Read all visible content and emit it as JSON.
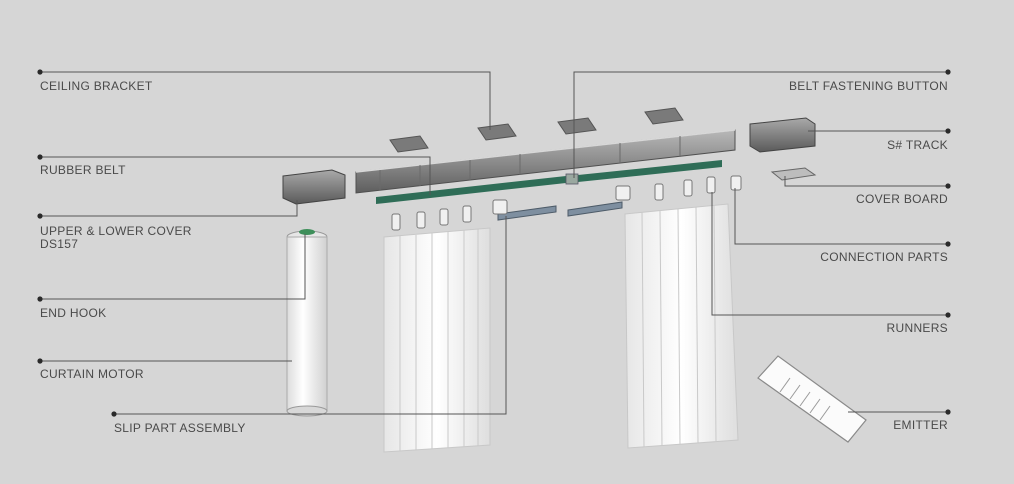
{
  "labels": {
    "ceiling_bracket": "CEILING BRACKET",
    "rubber_belt": "RUBBER BELT",
    "upper_lower_cover": "UPPER & LOWER COVER",
    "model": "DS157",
    "end_hook": "END HOOK",
    "curtain_motor": "CURTAIN MOTOR",
    "slip_part_assembly": "SLIP PART ASSEMBLY",
    "belt_fastening_button": "BELT FASTENING BUTTON",
    "track": "S# TRACK",
    "cover_board": "COVER BOARD",
    "connection_parts": "CONNECTION PARTS",
    "runners": "RUNNERS",
    "emitter": "EMITTER"
  },
  "colors": {
    "background": "#d6d6d6",
    "leader_line": "#555555",
    "track_body": "#8e8e8e",
    "belt": "#2f6d57",
    "curtain": "#f4f4f4",
    "motor": "#fafafa",
    "slip_part": "#7e8fa0"
  }
}
